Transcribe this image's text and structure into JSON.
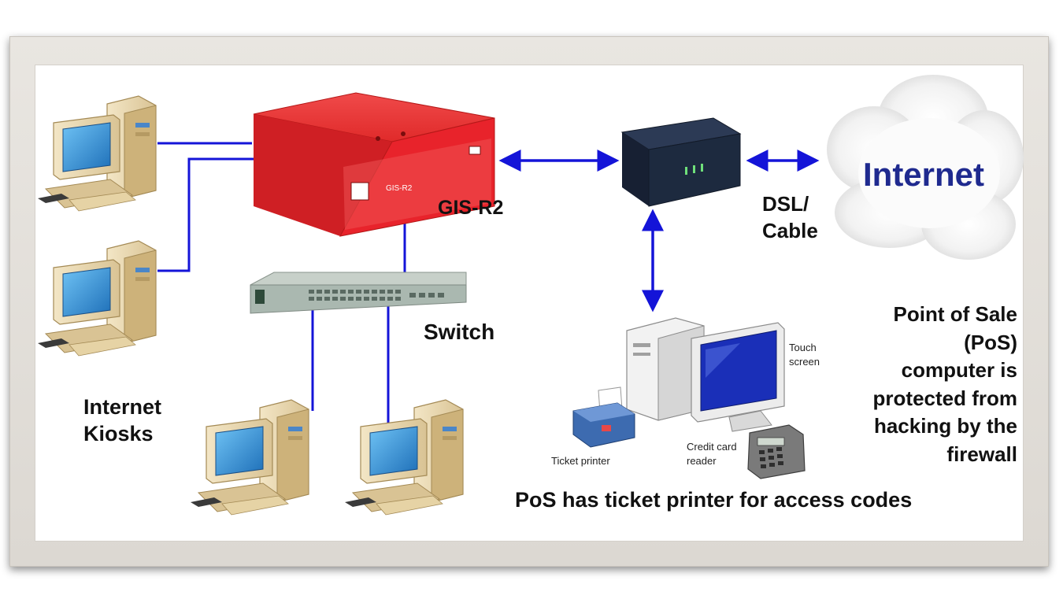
{
  "labels": {
    "router": "GIS-R2",
    "router_panel": "GIS-R2",
    "switch": "Switch",
    "dsl_line1": "DSL/",
    "dsl_line2": "Cable",
    "internet": "Internet",
    "kiosks_line1": "Internet",
    "kiosks_line2": "Kiosks",
    "touch_line1": "Touch",
    "touch_line2": "screen",
    "ticket_printer": "Ticket printer",
    "card_line1": "Credit card",
    "card_line2": "reader",
    "pos_line1": "Point of Sale",
    "pos_line2": "(PoS)",
    "pos_line3": "computer is",
    "pos_line4": "protected from",
    "pos_line5": "hacking by the",
    "pos_line6": "firewall",
    "caption": "PoS has ticket printer for access codes"
  },
  "colors": {
    "link": "#1414d8",
    "router": "#e8232b",
    "modem": "#1d2a3f",
    "internet_text": "#1f2a8f",
    "computer_case": "#e8d7b0",
    "screen": "#2b8fd6"
  }
}
